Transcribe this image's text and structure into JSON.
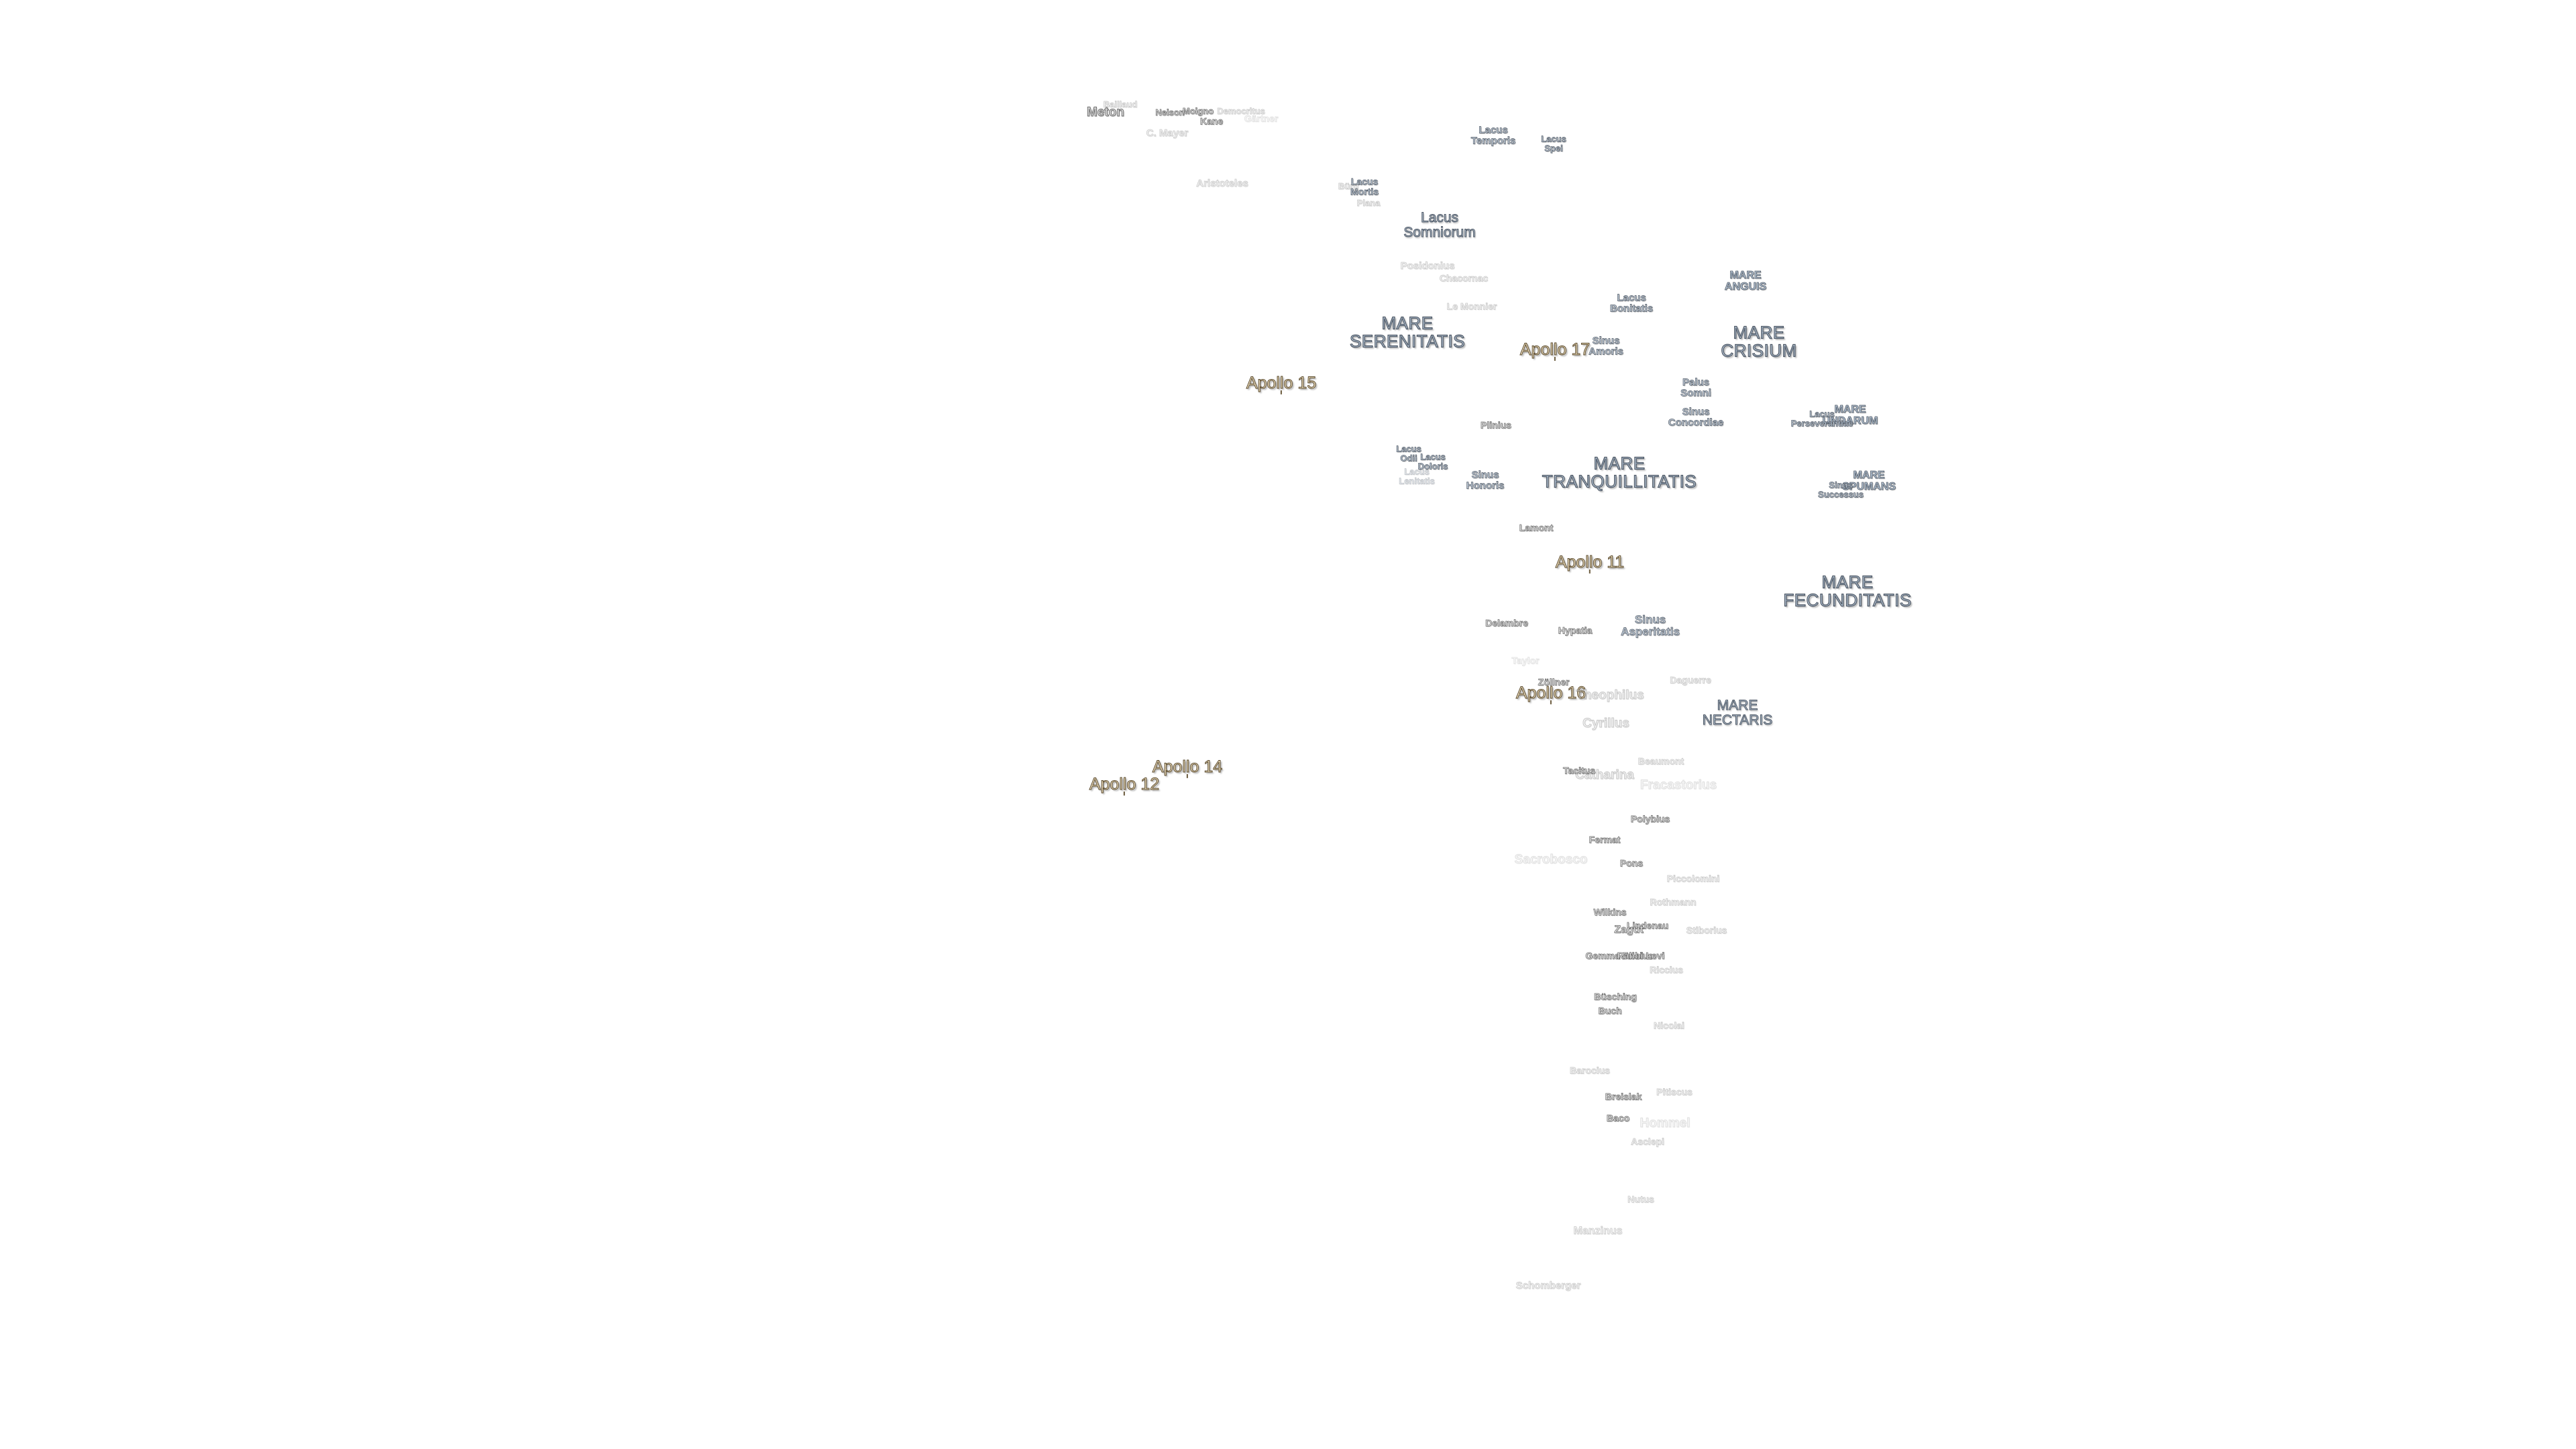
{
  "maria": [
    {
      "name": "MARE SERENITATIS",
      "lines": [
        "MARE",
        "SERENITATIS"
      ]
    },
    {
      "name": "MARE TRANQUILLITATIS",
      "lines": [
        "MARE",
        "TRANQUILLITATIS"
      ]
    },
    {
      "name": "MARE CRISIUM",
      "lines": [
        "MARE",
        "CRISIUM"
      ]
    },
    {
      "name": "MARE FECUNDITATIS",
      "lines": [
        "MARE",
        "FECUNDITATIS"
      ]
    },
    {
      "name": "MARE NECTARIS",
      "lines": [
        "MARE",
        "NECTARIS"
      ]
    },
    {
      "name": "MARE ANGUIS",
      "lines": [
        "MARE",
        "ANGUIS"
      ]
    },
    {
      "name": "MARE UNDARUM",
      "lines": [
        "MARE",
        "UNDARUM"
      ]
    },
    {
      "name": "MARE SPUMANS",
      "lines": [
        "MARE",
        "SPUMANS"
      ]
    }
  ],
  "lakes_and_bays": [
    {
      "name": "Lacus Somniorum",
      "lines": [
        "Lacus",
        "Somniorum"
      ]
    },
    {
      "name": "Lacus Temporis",
      "lines": [
        "Lacus",
        "Temporis"
      ]
    },
    {
      "name": "Lacus Spei",
      "lines": [
        "Lacus",
        "Spei"
      ]
    },
    {
      "name": "Lacus Mortis",
      "lines": [
        "Lacus",
        "Mortis"
      ]
    },
    {
      "name": "Lacus Bonitatis",
      "lines": [
        "Lacus",
        "Bonitatis"
      ]
    },
    {
      "name": "Sinus Amoris",
      "lines": [
        "Sinus",
        "Amoris"
      ]
    },
    {
      "name": "Palus Somni",
      "lines": [
        "Palus",
        "Somni"
      ]
    },
    {
      "name": "Sinus Concordiae",
      "lines": [
        "Sinus",
        "Concordiae"
      ]
    },
    {
      "name": "Lacus Perseverantiae",
      "lines": [
        "Lacus",
        "Perseverantiae"
      ]
    },
    {
      "name": "Sinus Successus",
      "lines": [
        "Sinus",
        "Successus"
      ]
    },
    {
      "name": "Sinus Honoris",
      "lines": [
        "Sinus",
        "Honoris"
      ]
    },
    {
      "name": "Sinus Asperitatis",
      "lines": [
        "Sinus",
        "Asperitatis"
      ]
    },
    {
      "name": "Lacus Odii",
      "lines": [
        "Lacus",
        "Odii"
      ]
    },
    {
      "name": "Lacus Doloris",
      "lines": [
        "Lacus",
        "Doloris"
      ]
    },
    {
      "name": "Lacus Lenitatis",
      "lines": [
        "Lacus",
        "Lenitatis"
      ]
    }
  ],
  "landing_sites": [
    {
      "name": "Apollo 11"
    },
    {
      "name": "Apollo 12"
    },
    {
      "name": "Apollo 14"
    },
    {
      "name": "Apollo 15"
    },
    {
      "name": "Apollo 16"
    },
    {
      "name": "Apollo 17"
    }
  ],
  "craters": [
    {
      "name": "Meton"
    },
    {
      "name": "Baillaud"
    },
    {
      "name": "Neison"
    },
    {
      "name": "Moigno"
    },
    {
      "name": "Kane"
    },
    {
      "name": "Democritus"
    },
    {
      "name": "Gärtner"
    },
    {
      "name": "C. Mayer"
    },
    {
      "name": "Aristoteles"
    },
    {
      "name": "Bürg"
    },
    {
      "name": "Plana"
    },
    {
      "name": "Posidonius"
    },
    {
      "name": "Chacornac"
    },
    {
      "name": "Le Monnier"
    },
    {
      "name": "Plinius"
    },
    {
      "name": "Lamont"
    },
    {
      "name": "Delambre"
    },
    {
      "name": "Hypatia"
    },
    {
      "name": "Taylor"
    },
    {
      "name": "Zöllner"
    },
    {
      "name": "Theophilus"
    },
    {
      "name": "Daguerre"
    },
    {
      "name": "Cyrillus"
    },
    {
      "name": "Beaumont"
    },
    {
      "name": "Tacitus"
    },
    {
      "name": "Catharina"
    },
    {
      "name": "Fracastorius"
    },
    {
      "name": "Polybius"
    },
    {
      "name": "Fermat"
    },
    {
      "name": "Sacrobosco"
    },
    {
      "name": "Pons"
    },
    {
      "name": "Piccolomini"
    },
    {
      "name": "Rothmann"
    },
    {
      "name": "Wilkins"
    },
    {
      "name": "Lindenau"
    },
    {
      "name": "Zagut"
    },
    {
      "name": "Stiborius"
    },
    {
      "name": "Gemma Frisius"
    },
    {
      "name": "Rabbi Levi"
    },
    {
      "name": "Riccius"
    },
    {
      "name": "Büsching"
    },
    {
      "name": "Buch"
    },
    {
      "name": "Nicolai"
    },
    {
      "name": "Barocius"
    },
    {
      "name": "Breislak"
    },
    {
      "name": "Pitiscus"
    },
    {
      "name": "Baco"
    },
    {
      "name": "Hommel"
    },
    {
      "name": "Asclepi"
    },
    {
      "name": "Nutus"
    },
    {
      "name": "Manzinus"
    },
    {
      "name": "Schomberger"
    }
  ]
}
